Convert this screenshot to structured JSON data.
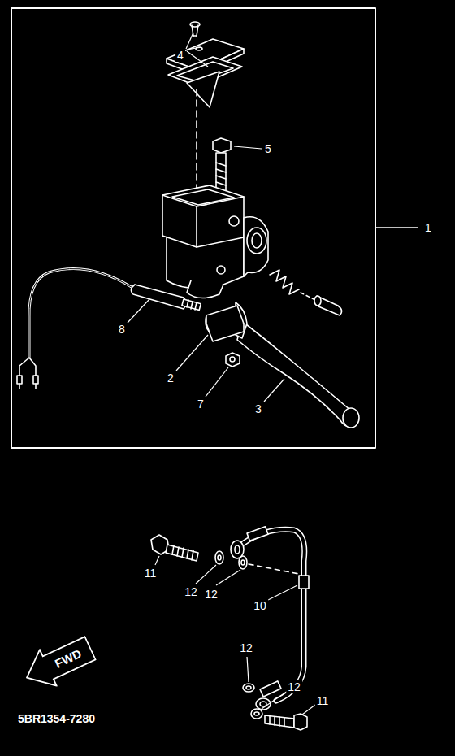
{
  "diagram": {
    "nodes": [
      {
        "text": [
          "FWD"
        ]
      }
    ],
    "labels": [
      "4",
      "5",
      "1",
      "8",
      "2",
      "7",
      "3",
      "11",
      "12",
      "12",
      "10",
      "12",
      "12",
      "11",
      "5BR1354-7280"
    ]
  }
}
